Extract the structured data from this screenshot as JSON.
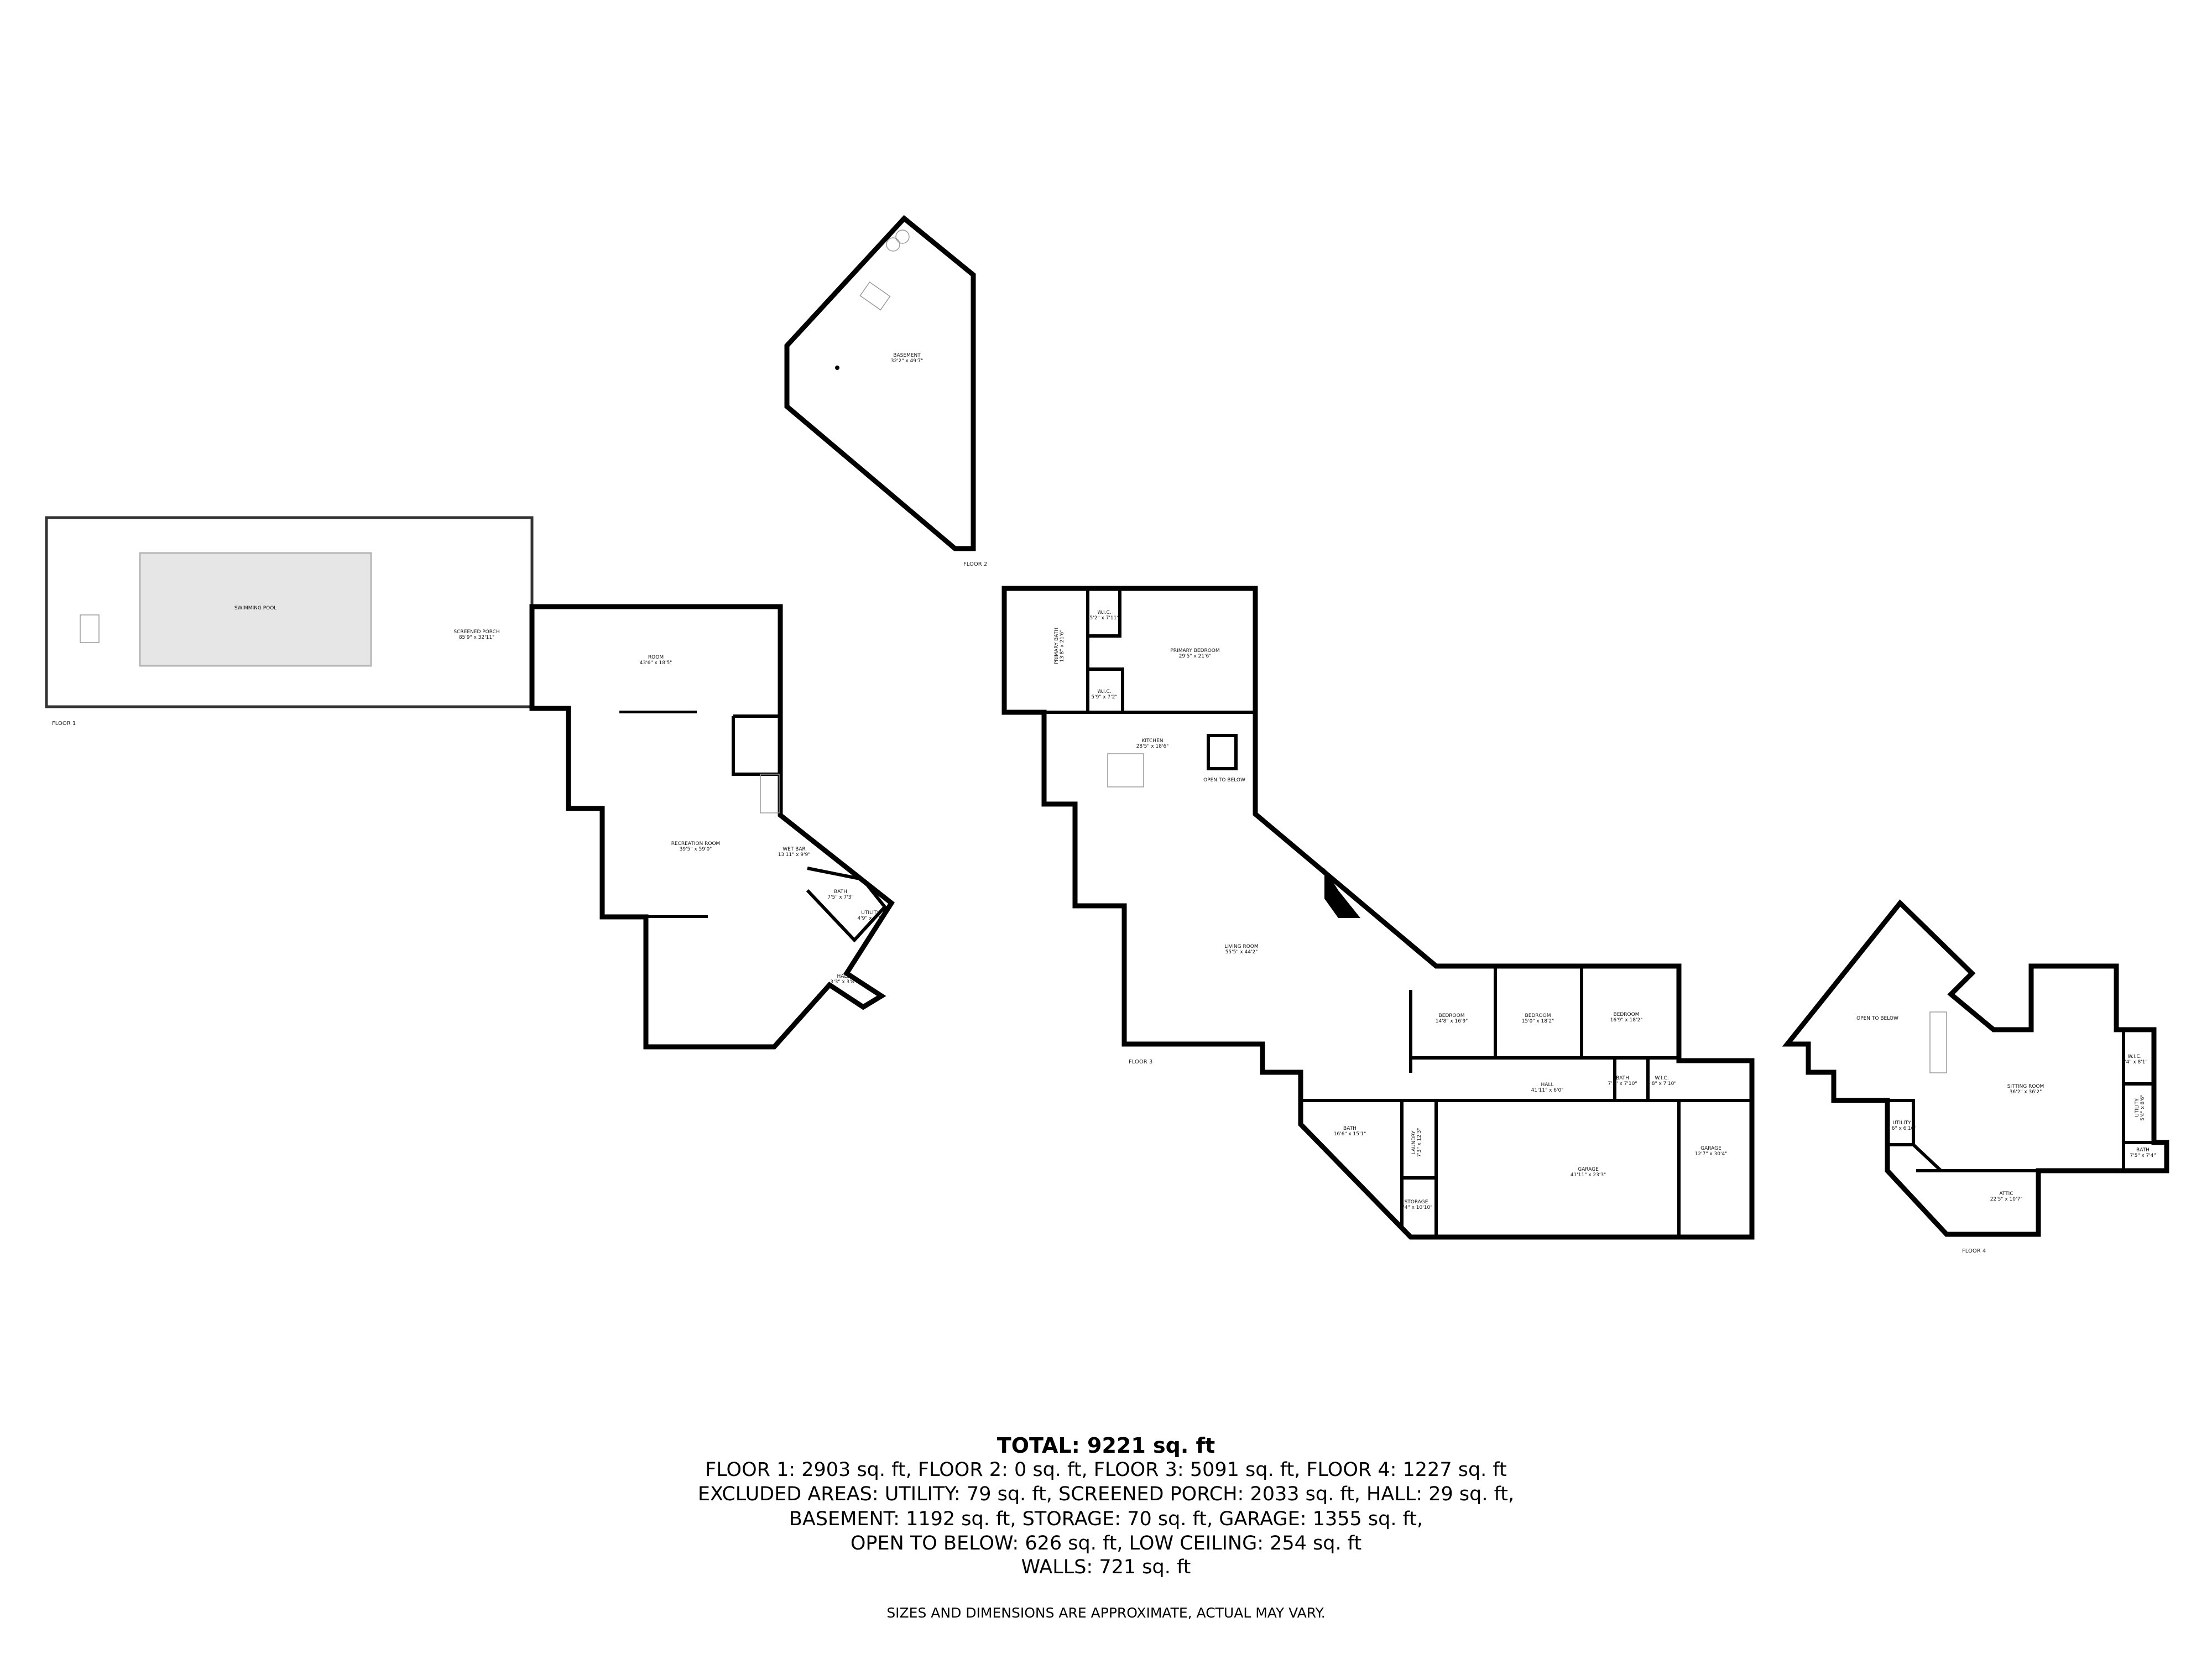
{
  "floors": [
    {
      "label": "FLOOR 1",
      "rooms": [
        {
          "name": "SWIMMING POOL",
          "dims": ""
        },
        {
          "name": "SCREENED PORCH",
          "dims": "85'9\" x 32'11\""
        },
        {
          "name": "ROOM",
          "dims": "43'6\" x 18'5\""
        },
        {
          "name": "RECREATION ROOM",
          "dims": "39'5\" x 59'0\""
        },
        {
          "name": "WET BAR",
          "dims": "13'11\" x 9'9\""
        },
        {
          "name": "BATH",
          "dims": "7'5\" x 7'3\""
        },
        {
          "name": "UTILITY",
          "dims": "4'9\" x 7'1\""
        },
        {
          "name": "HALL",
          "dims": "3'3\" x 3'8\""
        }
      ]
    },
    {
      "label": "FLOOR 2",
      "rooms": [
        {
          "name": "BASEMENT",
          "dims": "32'2\" x 49'7\""
        }
      ]
    },
    {
      "label": "FLOOR 3",
      "rooms": [
        {
          "name": "PRIMARY BATH",
          "dims": "13'8\" x 21'6\""
        },
        {
          "name": "W.I.C.",
          "dims": "5'2\" x 7'11\""
        },
        {
          "name": "W.I.C.",
          "dims": "5'9\" x 7'2\""
        },
        {
          "name": "PRIMARY BEDROOM",
          "dims": "29'5\" x 21'6\""
        },
        {
          "name": "KITCHEN",
          "dims": "28'5\" x 18'6\""
        },
        {
          "name": "OPEN TO BELOW",
          "dims": ""
        },
        {
          "name": "LIVING ROOM",
          "dims": "55'5\" x 44'2\""
        },
        {
          "name": "BEDROOM",
          "dims": "14'8\" x 16'9\""
        },
        {
          "name": "BEDROOM",
          "dims": "15'0\" x 18'2\""
        },
        {
          "name": "BEDROOM",
          "dims": "16'9\" x 18'2\""
        },
        {
          "name": "HALL",
          "dims": "41'11\" x 6'0\""
        },
        {
          "name": "BATH",
          "dims": "7'5\" x 7'10\""
        },
        {
          "name": "W.I.C.",
          "dims": "5'8\" x 7'10\""
        },
        {
          "name": "BATH",
          "dims": "16'6\" x 15'1\""
        },
        {
          "name": "LAUNDRY",
          "dims": "7'3\" x 12'3\""
        },
        {
          "name": "STORAGE",
          "dims": "7'4\" x 10'10\""
        },
        {
          "name": "GARAGE",
          "dims": "41'11\" x 23'3\""
        },
        {
          "name": "GARAGE",
          "dims": "12'7\" x 30'4\""
        }
      ]
    },
    {
      "label": "FLOOR 4",
      "rooms": [
        {
          "name": "OPEN TO BELOW",
          "dims": ""
        },
        {
          "name": "SITTING ROOM",
          "dims": "36'2\" x 36'2\""
        },
        {
          "name": "W.I.C.",
          "dims": "5'4\" x 8'1\""
        },
        {
          "name": "UTILITY",
          "dims": "5'4\" x 8'6\""
        },
        {
          "name": "BATH",
          "dims": "7'5\" x 7'4\""
        },
        {
          "name": "UTILITY",
          "dims": "4'6\" x 6'10\""
        },
        {
          "name": "ATTIC",
          "dims": "22'5\" x 10'7\""
        }
      ]
    }
  ],
  "summary": {
    "total": "TOTAL: 9221 sq. ft",
    "lines": [
      "FLOOR 1: 2903 sq. ft, FLOOR 2: 0 sq. ft, FLOOR 3: 5091 sq. ft, FLOOR 4: 1227 sq. ft",
      "EXCLUDED AREAS: UTILITY: 79 sq. ft, SCREENED PORCH: 2033 sq. ft, HALL: 29 sq. ft,",
      "BASEMENT: 1192 sq. ft, STORAGE: 70 sq. ft, GARAGE: 1355 sq. ft,",
      "OPEN TO BELOW: 626 sq. ft, LOW CEILING: 254 sq. ft",
      "WALLS: 721 sq. ft"
    ],
    "disclaimer": "SIZES AND DIMENSIONS ARE APPROXIMATE, ACTUAL MAY VARY."
  },
  "colors": {
    "wall": "#000000",
    "pool": "#e6e6e6",
    "background": "#ffffff"
  }
}
